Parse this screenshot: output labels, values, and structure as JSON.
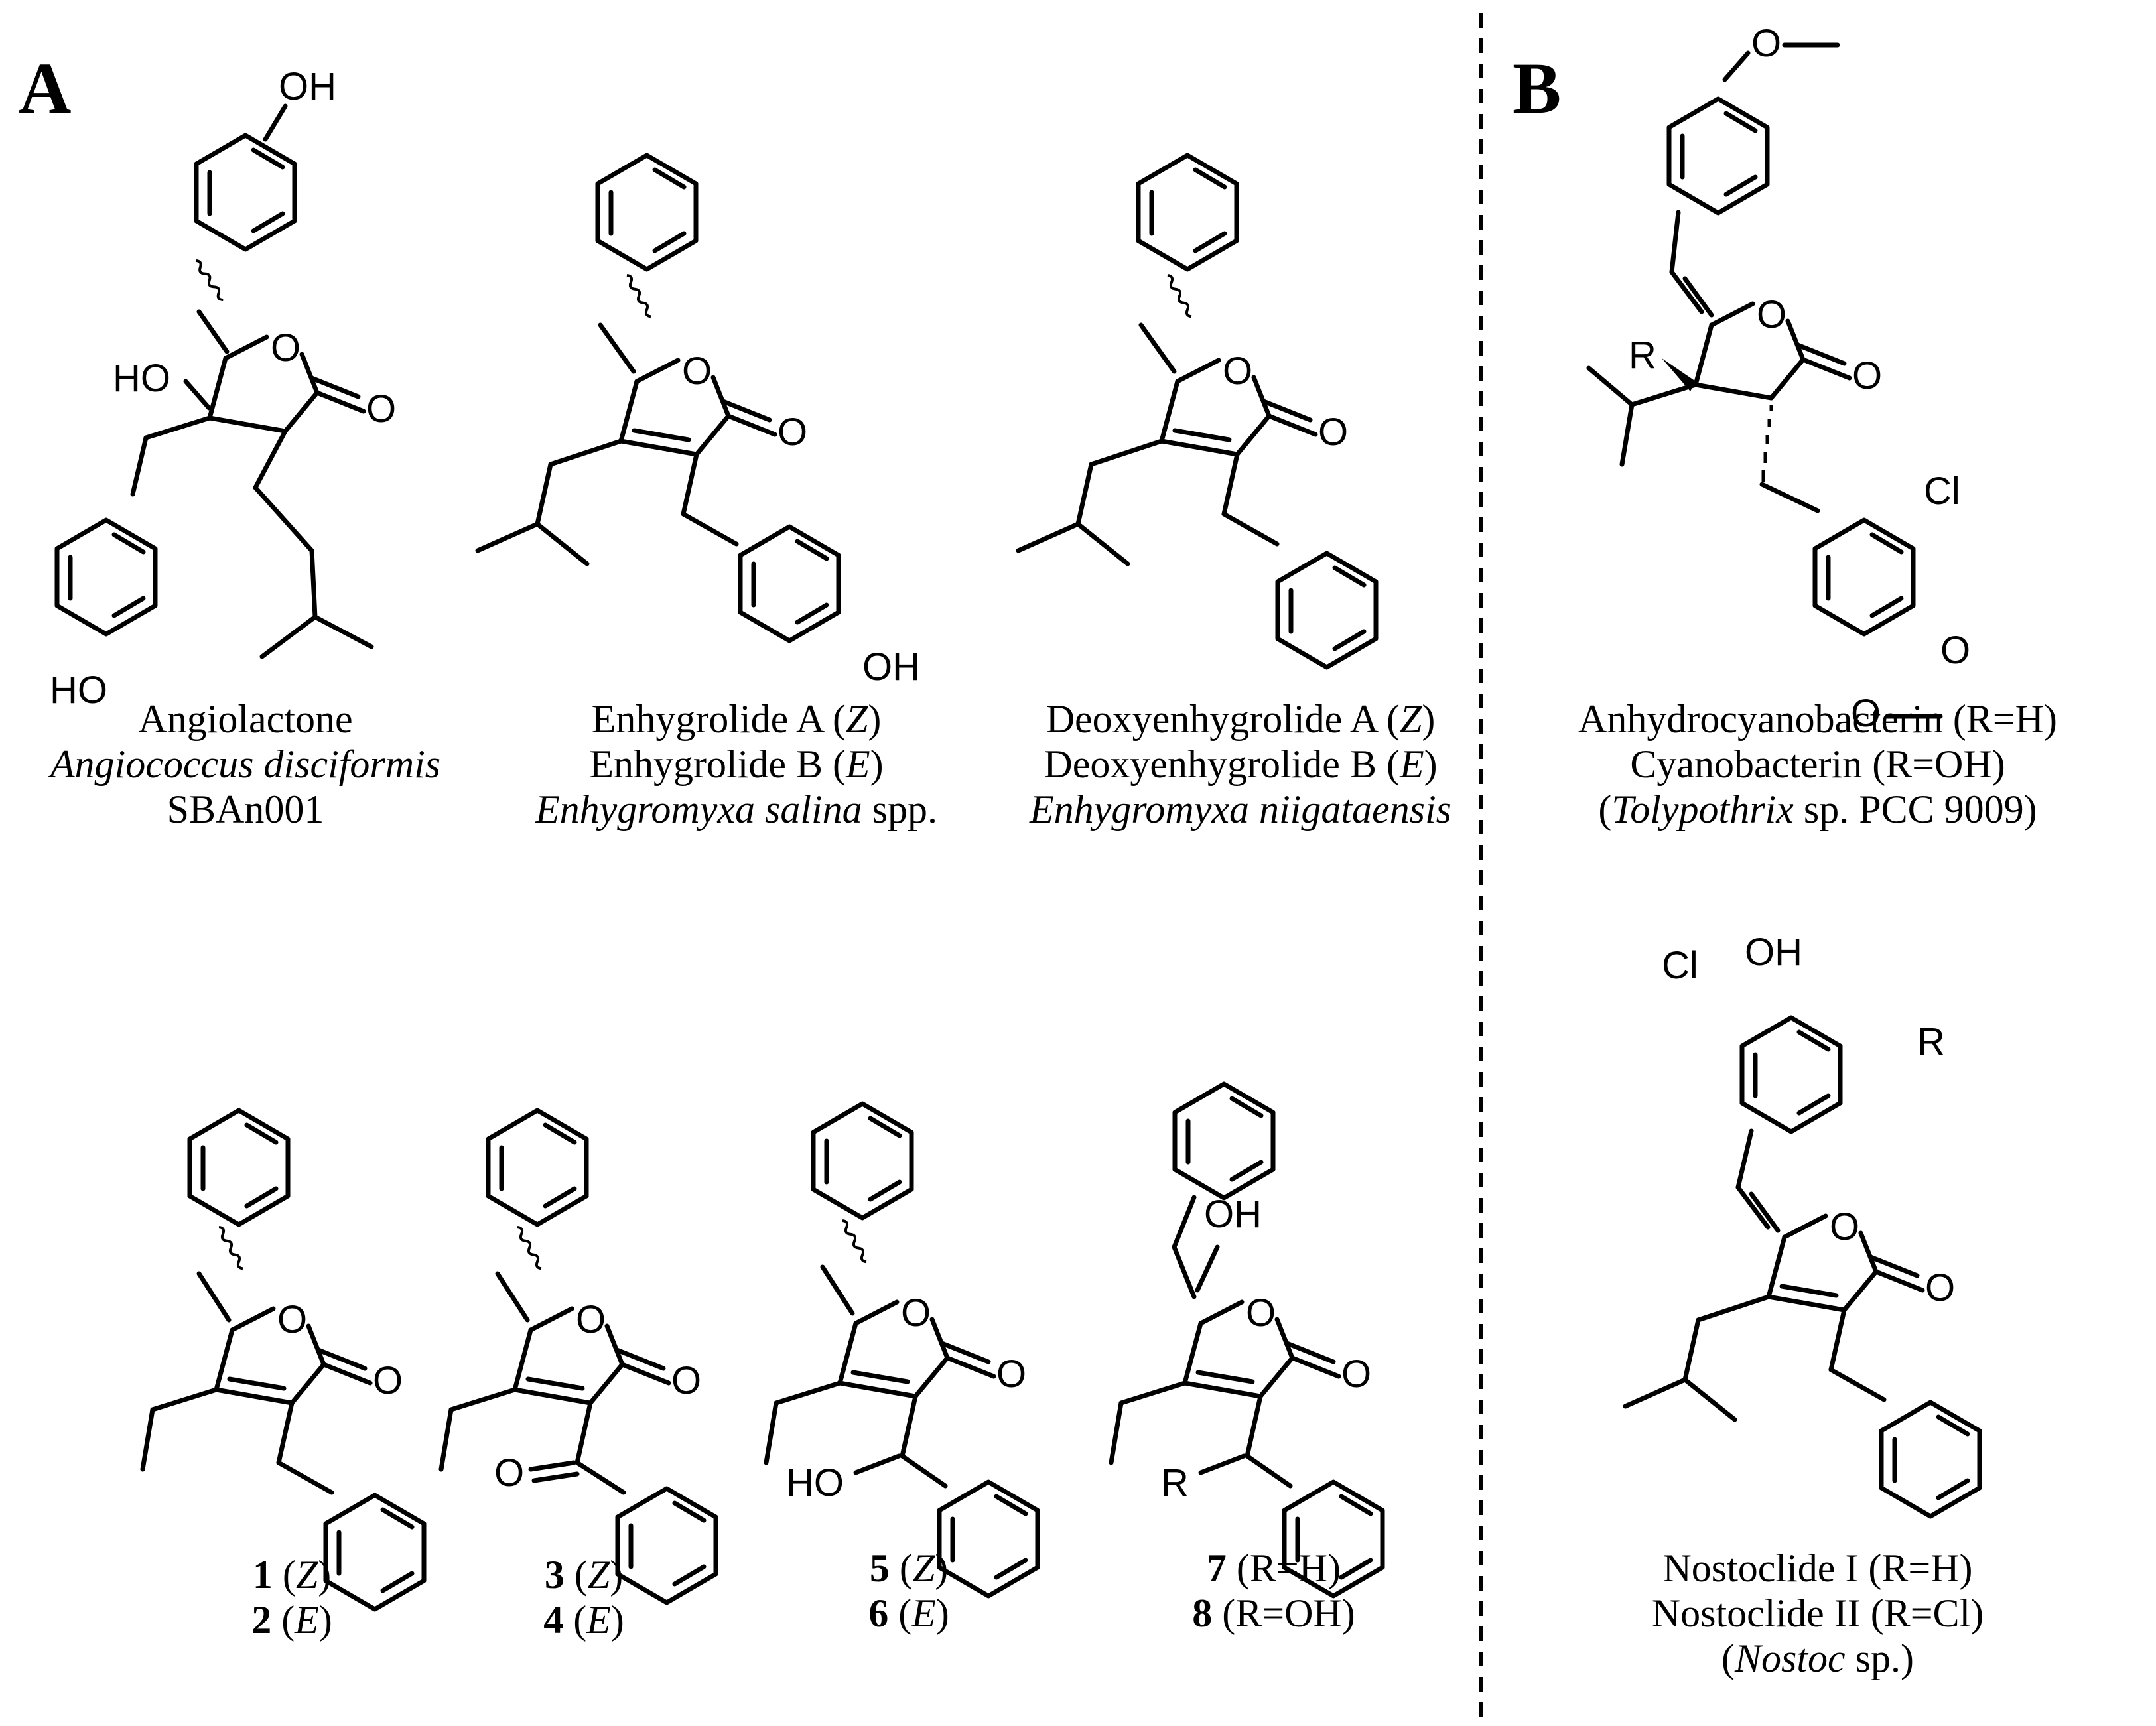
{
  "panels": {
    "a": "A",
    "b": "B"
  },
  "atoms": {
    "oh": "OH",
    "ho": "HO",
    "o": "O",
    "cl": "Cl",
    "r": "R"
  },
  "captions": {
    "angiolactone": {
      "name": "Angiolactone",
      "organism": "Angiococcus disciformis",
      "strain": "SBAn001"
    },
    "enhygrolide": {
      "a_name": "Enhygrolide A",
      "a_config": "Z",
      "b_name": "Enhygrolide B",
      "b_config": "E",
      "organism": "Enhygromyxa salina",
      "suffix": "spp."
    },
    "deoxy": {
      "a_name": "Deoxyenhygrolide A",
      "a_config": "Z",
      "b_name": "Deoxyenhygrolide B",
      "b_config": "E",
      "organism": "Enhygromyxa niigataensis"
    },
    "cyano": {
      "line1": "Anhydrocyanobacterin (R=H)",
      "line2": "Cyanobacterin (R=OH)",
      "genus": "Tolypothrix",
      "strain": "sp. PCC 9009"
    },
    "c12": {
      "n1": "1",
      "c1": "Z",
      "n2": "2",
      "c2": "E"
    },
    "c34": {
      "n1": "3",
      "c1": "Z",
      "n2": "4",
      "c2": "E"
    },
    "c56": {
      "n1": "5",
      "c1": "Z",
      "n2": "6",
      "c2": "E"
    },
    "c78": {
      "n1": "7",
      "r1": "(R=H)",
      "n2": "8",
      "r2": "(R=OH)"
    },
    "nostoclide": {
      "line1": "Nostoclide I (R=H)",
      "line2": "Nostoclide II (R=Cl)",
      "genus": "Nostoc",
      "suffix": "sp."
    }
  }
}
